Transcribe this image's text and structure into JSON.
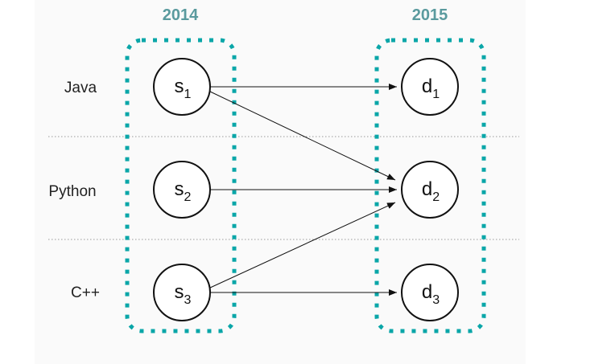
{
  "columns": {
    "left": {
      "year": "2014"
    },
    "right": {
      "year": "2015"
    }
  },
  "rows": [
    {
      "label": "Java"
    },
    {
      "label": "Python"
    },
    {
      "label": "C++"
    }
  ],
  "source_nodes": [
    {
      "id": "s1",
      "letter": "s",
      "sub": "1"
    },
    {
      "id": "s2",
      "letter": "s",
      "sub": "2"
    },
    {
      "id": "s3",
      "letter": "s",
      "sub": "3"
    }
  ],
  "destination_nodes": [
    {
      "id": "d1",
      "letter": "d",
      "sub": "1"
    },
    {
      "id": "d2",
      "letter": "d",
      "sub": "2"
    },
    {
      "id": "d3",
      "letter": "d",
      "sub": "3"
    }
  ],
  "edges": [
    {
      "from": "s1",
      "to": "d1"
    },
    {
      "from": "s1",
      "to": "d2"
    },
    {
      "from": "s2",
      "to": "d2"
    },
    {
      "from": "s3",
      "to": "d2"
    },
    {
      "from": "s3",
      "to": "d3"
    }
  ],
  "colors": {
    "group_border": "#0aa6a8",
    "year_label": "#5a9a9e",
    "node_stroke": "#111111",
    "edge": "#111111"
  }
}
